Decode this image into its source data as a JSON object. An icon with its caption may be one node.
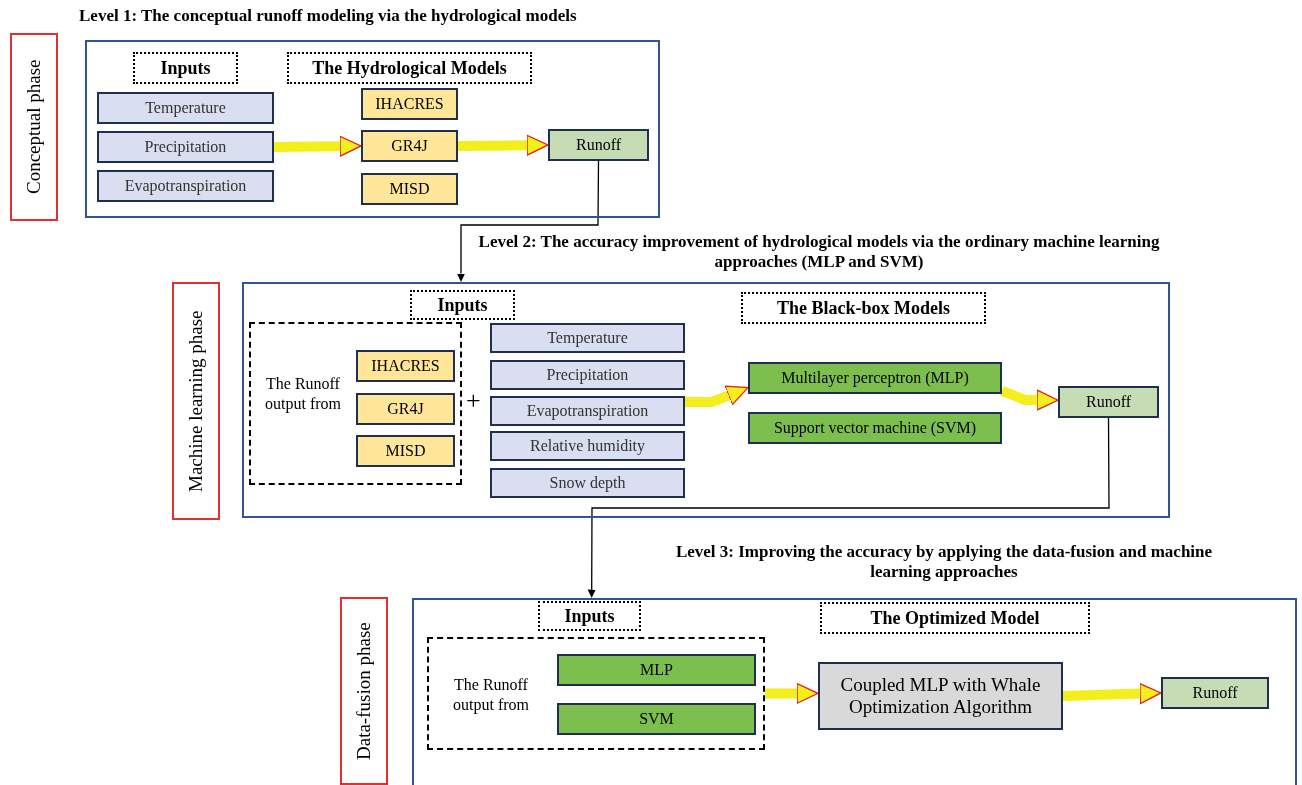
{
  "diagram": {
    "nodes": [
      {
        "text": [
          "Conceptual phase"
        ]
      },
      {
        "text": [
          "Level 1: The conceptual runoff modeling via the hydrological models"
        ]
      },
      {
        "text": [
          "Inputs"
        ],
        "in": 1
      },
      {
        "text": [
          "The Hydrological Models"
        ],
        "in": 1
      },
      {
        "text": [
          "Temperature"
        ],
        "in": 1
      },
      {
        "text": [
          "Precipitation"
        ],
        "in": 1
      },
      {
        "text": [
          "Evapotranspiration"
        ],
        "in": 1
      },
      {
        "text": [
          "IHACRES"
        ],
        "in": 1
      },
      {
        "text": [
          "GR4J"
        ],
        "in": 1
      },
      {
        "text": [
          "MISD"
        ],
        "in": 1
      },
      {
        "text": [
          "Runoff"
        ],
        "in": 1
      },
      {
        "text": [
          "Machine learning phase"
        ]
      },
      {
        "text": [
          "Level 2: The accuracy improvement of hydrological models via the ordinary machine learning approaches (MLP and SVM)"
        ]
      },
      {
        "text": [
          "Inputs"
        ],
        "in": 12
      },
      {
        "text": [
          "The Black-box Models"
        ],
        "in": 12
      },
      {
        "text": [
          "The Runoff output from"
        ],
        "in": 12
      },
      {
        "text": [
          "IHACRES"
        ],
        "in": 15
      },
      {
        "text": [
          "GR4J"
        ],
        "in": 15
      },
      {
        "text": [
          "MISD"
        ],
        "in": 15
      },
      {
        "text": [
          "Temperature"
        ],
        "in": 12
      },
      {
        "text": [
          "Precipitation"
        ],
        "in": 12
      },
      {
        "text": [
          "Evapotranspiration"
        ],
        "in": 12
      },
      {
        "text": [
          "Relative humidity"
        ],
        "in": 12
      },
      {
        "text": [
          "Snow depth"
        ],
        "in": 12
      },
      {
        "text": [
          "Multilayer perceptron (MLP)"
        ],
        "in": 12
      },
      {
        "text": [
          "Support vector machine (SVM)"
        ],
        "in": 12
      },
      {
        "text": [
          "Runoff"
        ],
        "in": 12
      },
      {
        "text": [
          "Data-fusion phase"
        ]
      },
      {
        "text": [
          "Level 3: Improving the accuracy by applying the data-fusion and machine learning approaches"
        ]
      },
      {
        "text": [
          "Inputs"
        ],
        "in": 28
      },
      {
        "text": [
          "The Optimized Model"
        ],
        "in": 28
      },
      {
        "text": [
          "The Runoff output from"
        ],
        "in": 28
      },
      {
        "text": [
          "MLP"
        ],
        "in": 31
      },
      {
        "text": [
          "SVM"
        ],
        "in": 31
      },
      {
        "text": [
          "Coupled MLP with Whale Optimization Algorithm"
        ],
        "in": 28
      },
      {
        "text": [
          "Runoff"
        ],
        "in": 28
      }
    ],
    "edges": [
      {
        "from": 5,
        "to": 8,
        "arrow": "to"
      },
      {
        "from": 8,
        "to": 10,
        "arrow": "to"
      },
      {
        "from": 10,
        "to": 12,
        "arrow": "to",
        "color": "#000000"
      },
      {
        "from": 21,
        "to": 24,
        "arrow": "to"
      },
      {
        "from": 24,
        "to": 26,
        "arrow": "to"
      },
      {
        "from": 26,
        "to": 28,
        "arrow": "to",
        "color": "#000000"
      },
      {
        "from": 31,
        "to": 34,
        "arrow": "to"
      },
      {
        "from": 34,
        "to": 35,
        "arrow": "to"
      }
    ],
    "labels": [
      "+"
    ]
  }
}
